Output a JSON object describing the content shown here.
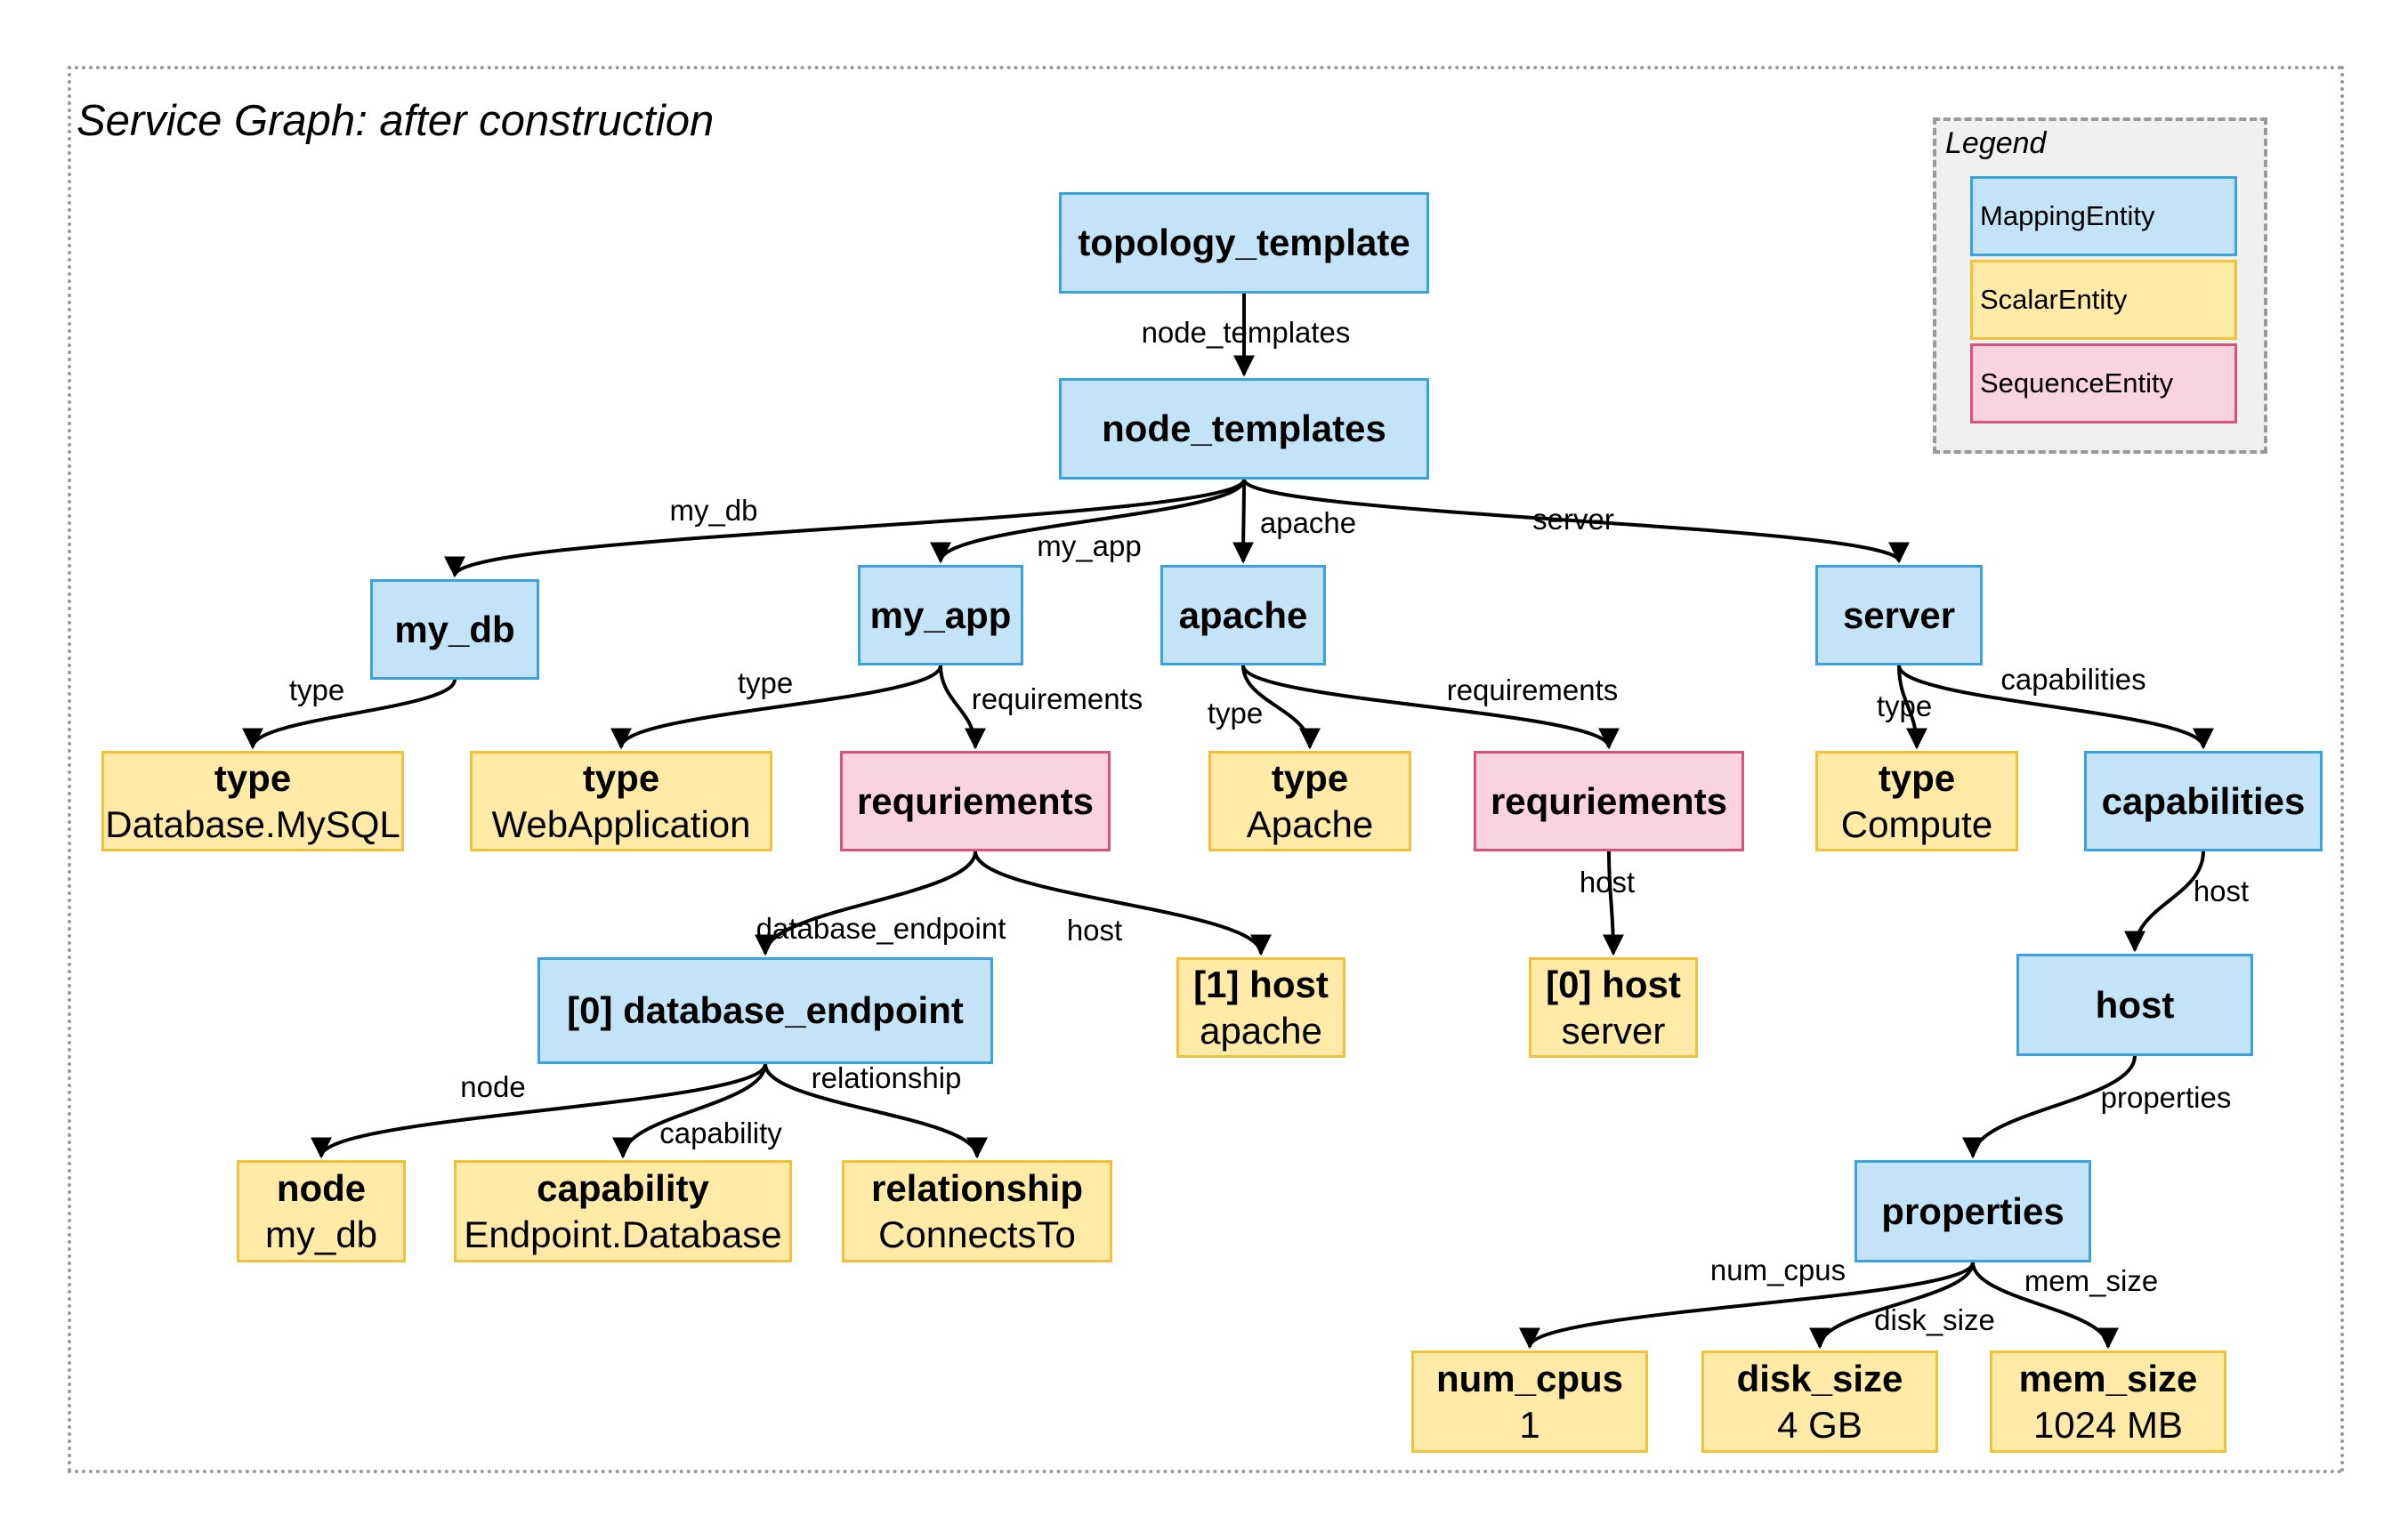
{
  "title": "Service Graph: after construction",
  "legend": {
    "title": "Legend",
    "items": [
      {
        "label": "MappingEntity",
        "kind": "mapping"
      },
      {
        "label": "ScalarEntity",
        "kind": "scalar"
      },
      {
        "label": "SequenceEntity",
        "kind": "sequence"
      }
    ]
  },
  "colors": {
    "mapping_fill": "#c5e3f6",
    "mapping_border": "#3aa3dd",
    "scalar_fill": "#ffeaa7",
    "scalar_border": "#f0c13b",
    "sequence_fill": "#f9d3df",
    "sequence_border": "#d9537e"
  },
  "nodes": {
    "topology_template": {
      "label": "topology_template",
      "kind": "mapping"
    },
    "node_templates": {
      "label": "node_templates",
      "kind": "mapping"
    },
    "my_db": {
      "label": "my_db",
      "kind": "mapping"
    },
    "my_app": {
      "label": "my_app",
      "kind": "mapping"
    },
    "apache": {
      "label": "apache",
      "kind": "mapping"
    },
    "server": {
      "label": "server",
      "kind": "mapping"
    },
    "my_db_type": {
      "label": "type",
      "value": "Database.MySQL",
      "kind": "scalar"
    },
    "my_app_type": {
      "label": "type",
      "value": "WebApplication",
      "kind": "scalar"
    },
    "my_app_req": {
      "label": "requriements",
      "kind": "sequence"
    },
    "apache_type": {
      "label": "type",
      "value": "Apache",
      "kind": "scalar"
    },
    "apache_req": {
      "label": "requriements",
      "kind": "sequence"
    },
    "server_type": {
      "label": "type",
      "value": "Compute",
      "kind": "scalar"
    },
    "server_caps": {
      "label": "capabilities",
      "kind": "mapping"
    },
    "db_endpoint": {
      "label": "[0] database_endpoint",
      "kind": "mapping"
    },
    "host1": {
      "label": "[1] host",
      "value": "apache",
      "kind": "scalar"
    },
    "host0": {
      "label": "[0] host",
      "value": "server",
      "kind": "scalar"
    },
    "caps_host": {
      "label": "host",
      "kind": "mapping"
    },
    "node_mydb": {
      "label": "node",
      "value": "my_db",
      "kind": "scalar"
    },
    "capability": {
      "label": "capability",
      "value": "Endpoint.Database",
      "kind": "scalar"
    },
    "relationship": {
      "label": "relationship",
      "value": "ConnectsTo",
      "kind": "scalar"
    },
    "properties": {
      "label": "properties",
      "kind": "mapping"
    },
    "num_cpus": {
      "label": "num_cpus",
      "value": "1",
      "kind": "scalar"
    },
    "disk_size": {
      "label": "disk_size",
      "value": "4 GB",
      "kind": "scalar"
    },
    "mem_size": {
      "label": "mem_size",
      "value": "1024 MB",
      "kind": "scalar"
    }
  },
  "edges": [
    {
      "from": "topology_template",
      "to": "node_templates",
      "label": "node_templates"
    },
    {
      "from": "node_templates",
      "to": "my_db",
      "label": "my_db"
    },
    {
      "from": "node_templates",
      "to": "my_app",
      "label": "my_app"
    },
    {
      "from": "node_templates",
      "to": "apache",
      "label": "apache"
    },
    {
      "from": "node_templates",
      "to": "server",
      "label": "server"
    },
    {
      "from": "my_db",
      "to": "my_db_type",
      "label": "type"
    },
    {
      "from": "my_app",
      "to": "my_app_type",
      "label": "type"
    },
    {
      "from": "my_app",
      "to": "my_app_req",
      "label": "requirements"
    },
    {
      "from": "apache",
      "to": "apache_type",
      "label": "type"
    },
    {
      "from": "apache",
      "to": "apache_req",
      "label": "requirements"
    },
    {
      "from": "server",
      "to": "server_type",
      "label": "type"
    },
    {
      "from": "server",
      "to": "server_caps",
      "label": "capabilities"
    },
    {
      "from": "my_app_req",
      "to": "db_endpoint",
      "label": "database_endpoint"
    },
    {
      "from": "my_app_req",
      "to": "host1",
      "label": "host"
    },
    {
      "from": "apache_req",
      "to": "host0",
      "label": "host"
    },
    {
      "from": "server_caps",
      "to": "caps_host",
      "label": "host"
    },
    {
      "from": "db_endpoint",
      "to": "node_mydb",
      "label": "node"
    },
    {
      "from": "db_endpoint",
      "to": "capability",
      "label": "capability"
    },
    {
      "from": "db_endpoint",
      "to": "relationship",
      "label": "relationship"
    },
    {
      "from": "caps_host",
      "to": "properties",
      "label": "properties"
    },
    {
      "from": "properties",
      "to": "num_cpus",
      "label": "num_cpus"
    },
    {
      "from": "properties",
      "to": "disk_size",
      "label": "disk_size"
    },
    {
      "from": "properties",
      "to": "mem_size",
      "label": "mem_size"
    }
  ]
}
